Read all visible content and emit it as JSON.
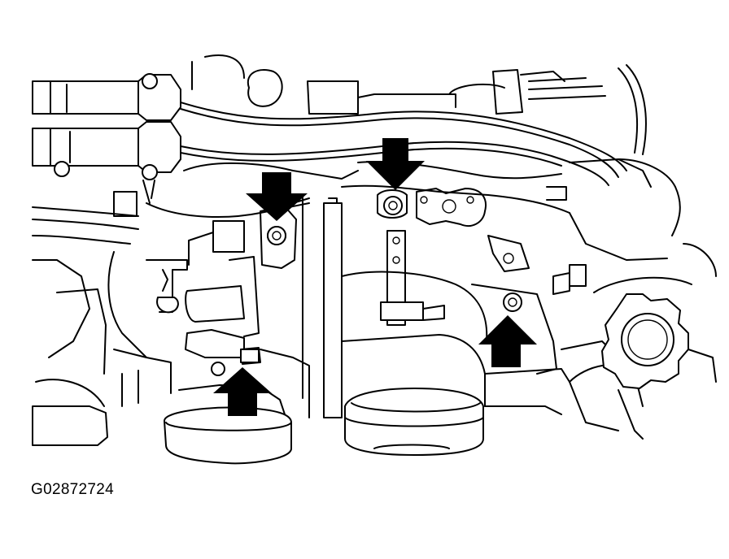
{
  "figure": {
    "code": "G02872724",
    "markers": [
      {
        "id": "arrow-1",
        "direction": "down"
      },
      {
        "id": "arrow-2",
        "direction": "down"
      },
      {
        "id": "arrow-3",
        "direction": "up"
      },
      {
        "id": "arrow-4",
        "direction": "up"
      }
    ]
  }
}
